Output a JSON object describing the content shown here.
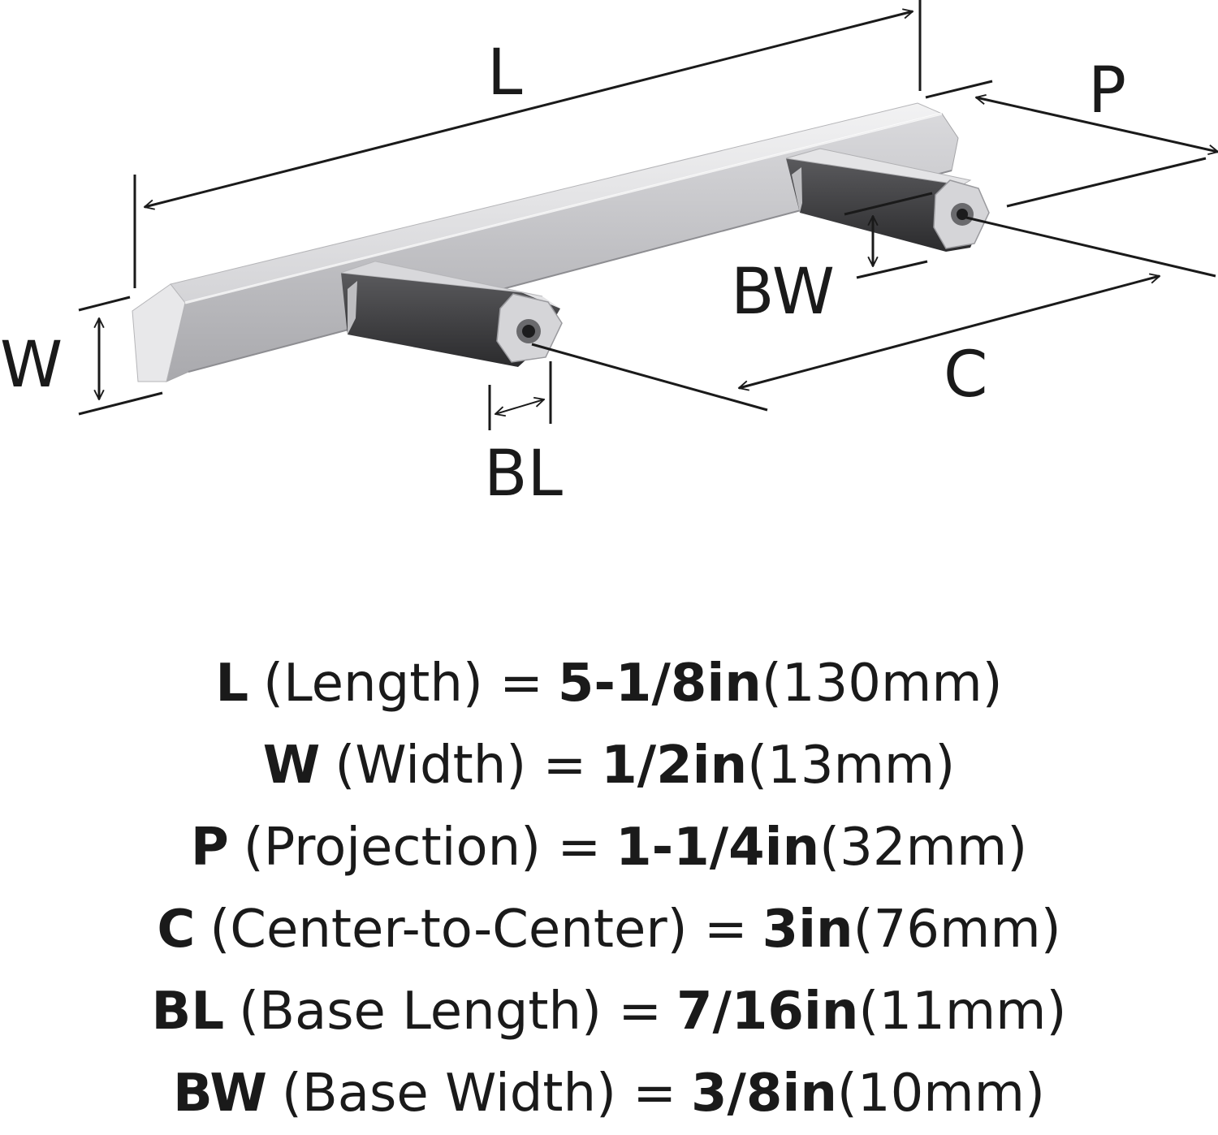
{
  "diagram": {
    "labels": {
      "L": "L",
      "P": "P",
      "W": "W",
      "BW": "BW",
      "C": "C",
      "BL": "BL"
    },
    "colors": {
      "line": "#1a1a1a",
      "metal_light": "#e6e6e8",
      "metal_mid": "#c9c9cc",
      "metal_dark": "#9a9a9e",
      "shadow": "#3a3a3a"
    }
  },
  "specs": [
    {
      "code": "L",
      "desc": "(Length) =",
      "imperial": "5-1/8in",
      "metric": "(130mm)"
    },
    {
      "code": "W",
      "desc": "(Width) =",
      "imperial": "1/2in",
      "metric": "(13mm)"
    },
    {
      "code": "P",
      "desc": "(Projection) =",
      "imperial": "1-1/4in",
      "metric": "(32mm)"
    },
    {
      "code": "C",
      "desc": "(Center-to-Center) =",
      "imperial": "3in",
      "metric": "(76mm)"
    },
    {
      "code": "BL",
      "desc": "(Base Length) =",
      "imperial": "7/16in",
      "metric": "(11mm)"
    },
    {
      "code": "BW",
      "desc": "(Base Width) =",
      "imperial": "3/8in",
      "metric": "(10mm)"
    }
  ]
}
